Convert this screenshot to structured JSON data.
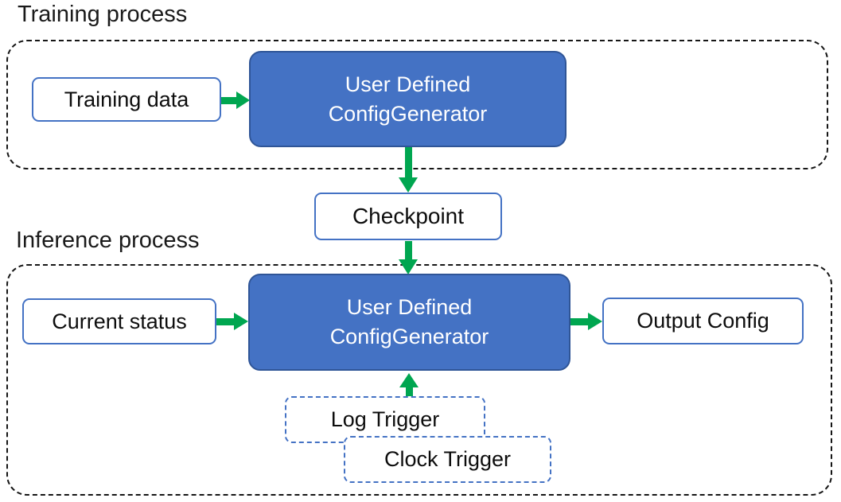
{
  "diagram": {
    "training": {
      "title": "Training process",
      "input_box": "Training data",
      "generator": {
        "line1": "User Defined",
        "line2": "ConfigGenerator"
      }
    },
    "checkpoint": {
      "label": "Checkpoint"
    },
    "inference": {
      "title": "Inference process",
      "input_box": "Current status",
      "generator": {
        "line1": "User Defined",
        "line2": "ConfigGenerator"
      },
      "output_box": "Output Config",
      "triggers": {
        "log": "Log Trigger",
        "clock": "Clock Trigger"
      }
    },
    "colors": {
      "generator_fill": "#4472C4",
      "generator_border": "#2F5597",
      "io_box_border": "#4472C4",
      "trigger_border": "#4472C4",
      "arrow_green": "#00A650",
      "container_dash": "#161616",
      "text_dark": "#0d0d0d",
      "text_on_blue": "#ffffff"
    }
  }
}
